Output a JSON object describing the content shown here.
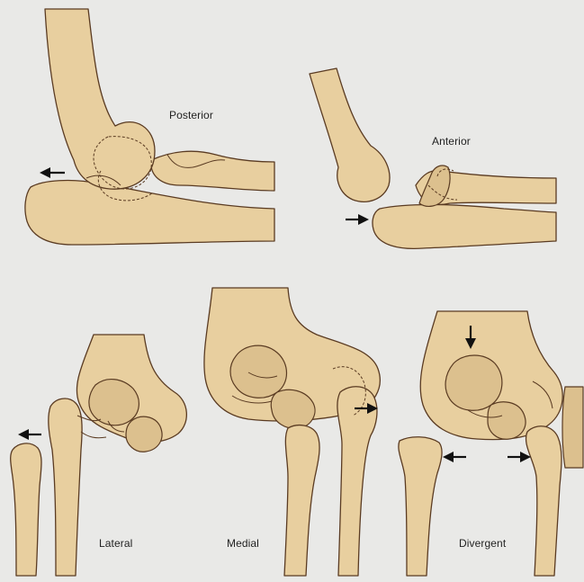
{
  "panels": {
    "posterior": {
      "label": "Posterior"
    },
    "anterior": {
      "label": "Anterior"
    },
    "lateral": {
      "label": "Lateral"
    },
    "medial": {
      "label": "Medial"
    },
    "divergent": {
      "label": "Divergent"
    }
  },
  "colors": {
    "background": "#e9e9e7",
    "bone": "#e8cf9f",
    "outline": "#5a3b22",
    "arrow": "#111111"
  }
}
